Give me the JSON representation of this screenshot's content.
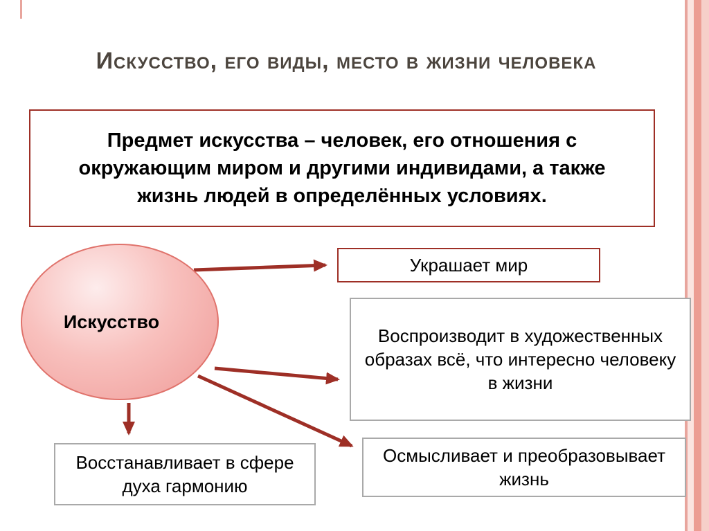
{
  "slide": {
    "title": "Искусство, его виды, место в жизни человека",
    "definition": "Предмет искусства – человек, его отношения с окружающим миром и другими индивидами, а также жизнь людей в определённых условиях.",
    "ellipse_label": "Искусство",
    "boxes": [
      {
        "id": "decorate",
        "label": "Украшает мир"
      },
      {
        "id": "reproduce",
        "label": "Воспроизводит в художественных образах всё, что интересно человеку в жизни"
      },
      {
        "id": "comprehend",
        "label": "Осмысливает и преобразовывает жизнь"
      },
      {
        "id": "restore",
        "label": "Восстанавливает в сфере духа гармонию"
      }
    ],
    "colors": {
      "accent_red": "#9e2f26",
      "ellipse_fill": "#f2a09e",
      "ellipse_border": "#e0736c",
      "gray_border": "#a9a9a9",
      "title_color": "#4c453e",
      "stripe_pink_dark": "#ec9d93",
      "stripe_pink_light": "#fbe4e0"
    }
  }
}
